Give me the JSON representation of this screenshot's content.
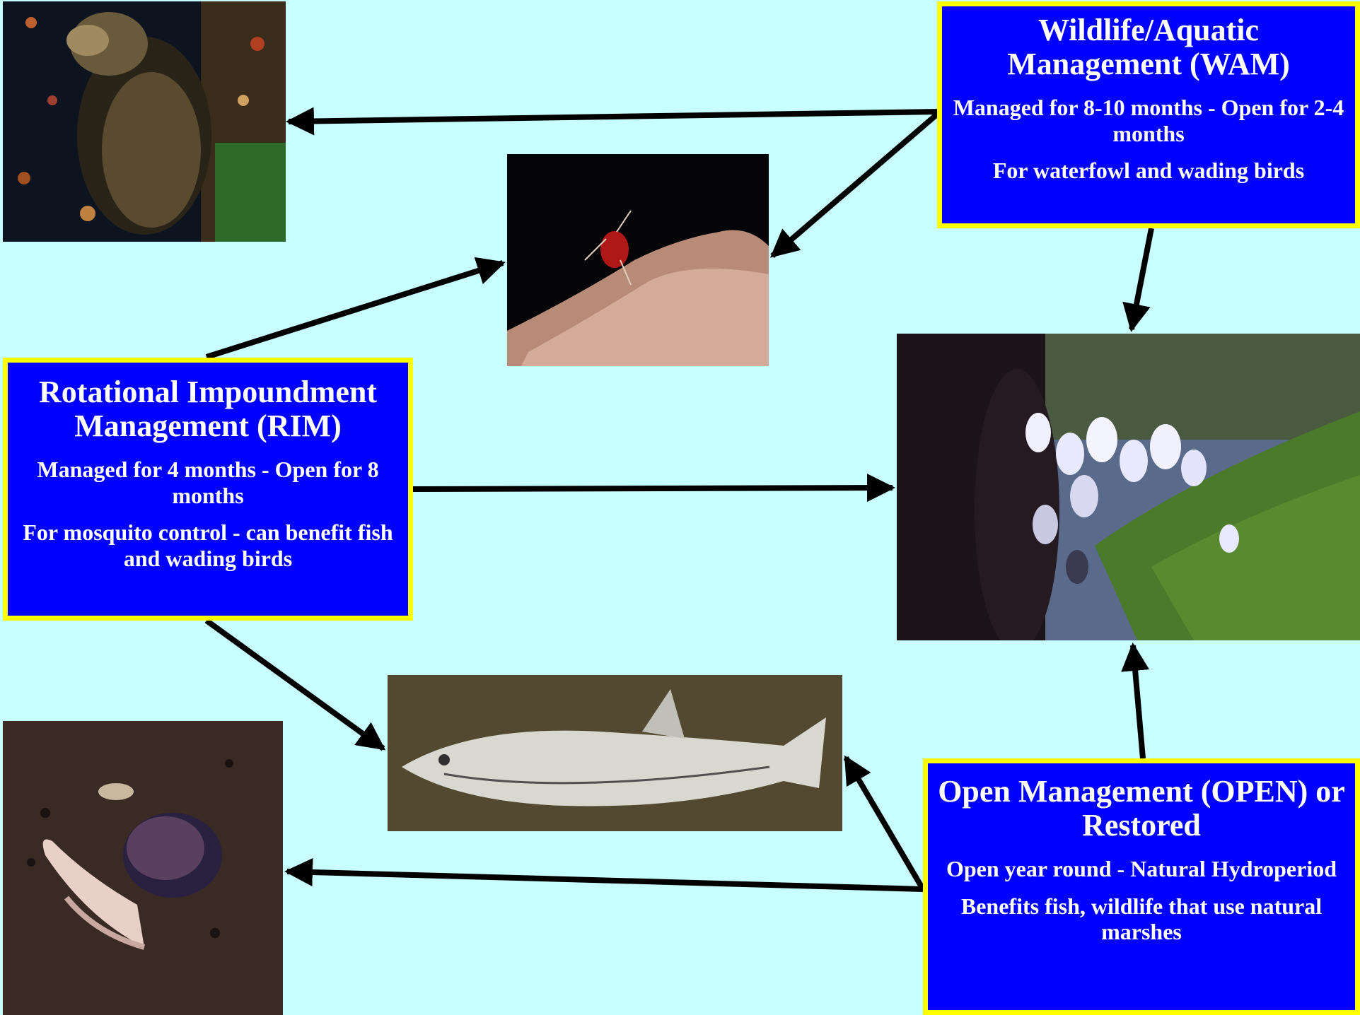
{
  "wam": {
    "title": "Wildlife/Aquatic Management (WAM)",
    "line1": "Managed for 8-10 months - Open for 2-4 months",
    "line2": "For waterfowl and wading birds"
  },
  "rim": {
    "title": "Rotational Impoundment Management (RIM)",
    "line1": "Managed for 4 months - Open for 8 months",
    "line2": "For mosquito control - can benefit fish and wading birds"
  },
  "open": {
    "title": "Open Management (OPEN) or Restored",
    "line1": "Open year round - Natural Hydroperiod",
    "line2": "Benefits fish, wildlife that use natural marshes"
  },
  "photos": {
    "duck": "duck-photo",
    "mosquito": "mosquito-photo",
    "birds": "wading-birds-photo",
    "fish": "snook-fish-photo",
    "crab": "fiddler-crab-photo"
  },
  "colors": {
    "background": "#c8ffff",
    "box_fill": "#0000ff",
    "box_border": "#ffff00",
    "box_text": "#ffffff",
    "arrow": "#000000"
  }
}
